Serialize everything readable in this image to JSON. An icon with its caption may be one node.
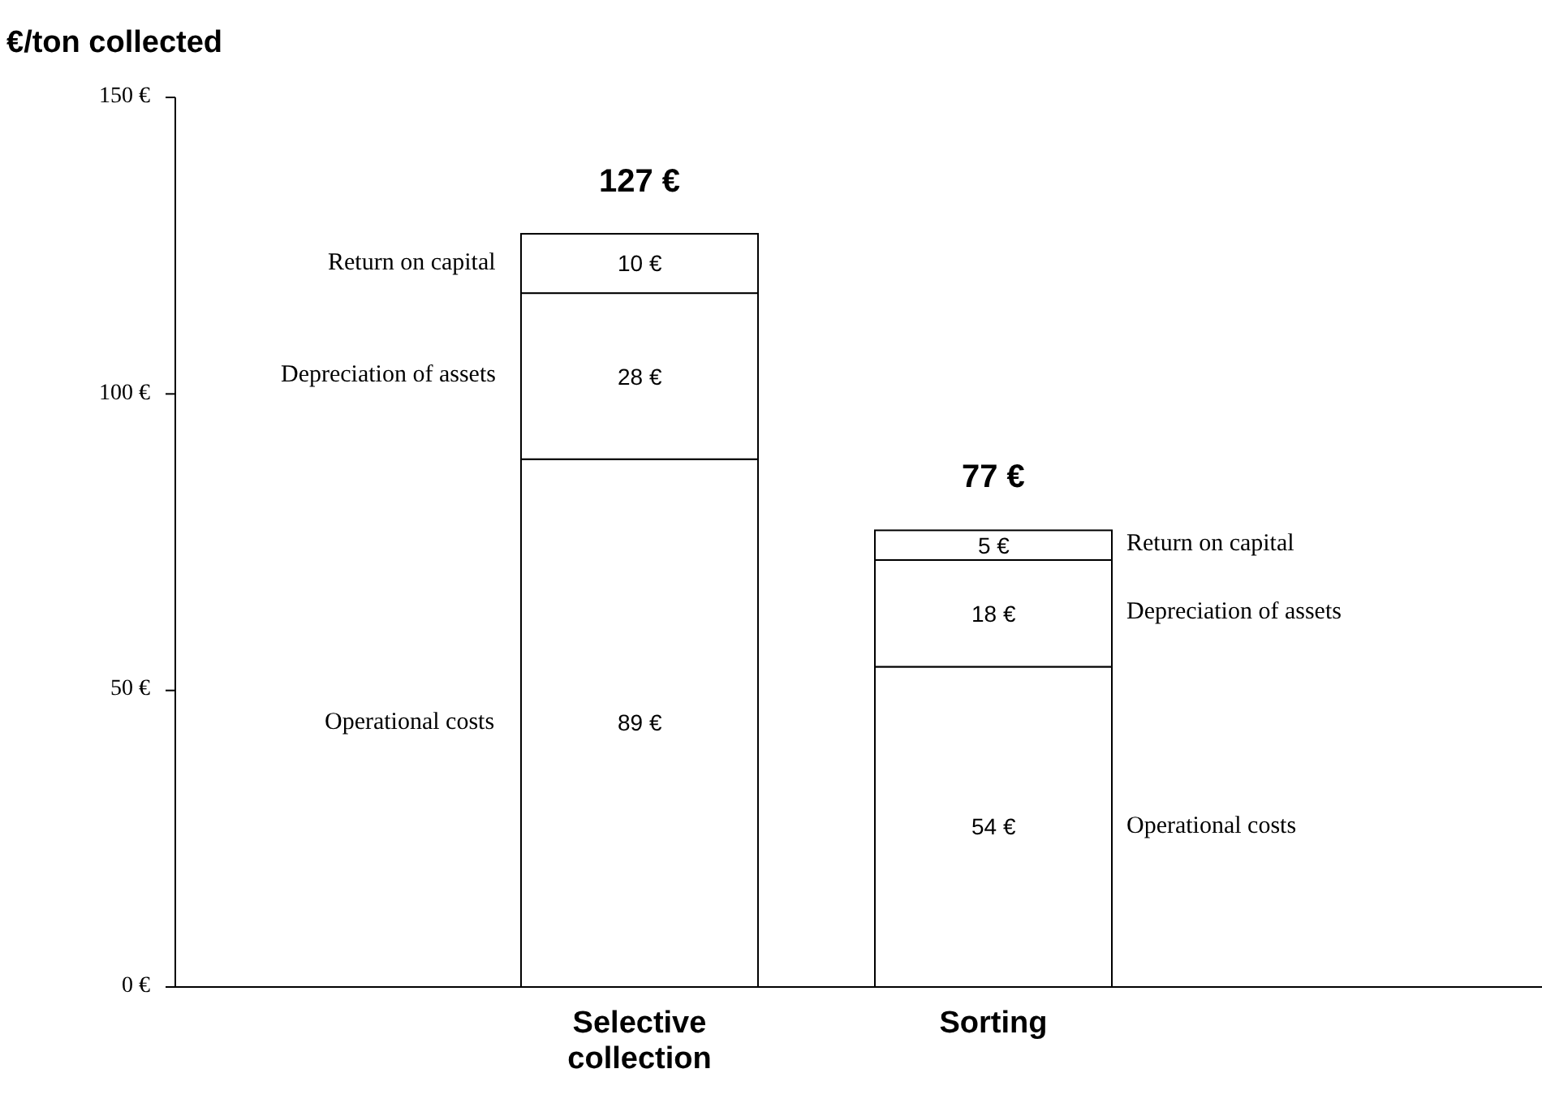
{
  "diagram": {
    "chart_data": {
      "type": "bar",
      "stacked": true,
      "orientation": "vertical",
      "ylabel": "€/ton collected",
      "categories": [
        "Selective collection",
        "Sorting"
      ],
      "series": [
        {
          "name": "Operational costs",
          "color": "#ffffff",
          "values": [
            89,
            54
          ]
        },
        {
          "name": "Depreciation of assets",
          "color": "#ffffff",
          "values": [
            28,
            18
          ]
        },
        {
          "name": "Return on capital",
          "color": "#ffffff",
          "values": [
            10,
            5
          ]
        }
      ],
      "value_labels": [
        [
          "89 €",
          "54 €"
        ],
        [
          "28 €",
          "18 €"
        ],
        [
          "10 €",
          "5 €"
        ]
      ],
      "ylim": [
        0,
        150
      ],
      "yticks": [
        {
          "value": 0,
          "label": "0 €"
        },
        {
          "value": 50,
          "label": "50 €"
        },
        {
          "value": 100,
          "label": "100 €"
        },
        {
          "value": 150,
          "label": "150 €"
        }
      ],
      "annotations": [
        "127 €",
        "77 €"
      ]
    }
  }
}
